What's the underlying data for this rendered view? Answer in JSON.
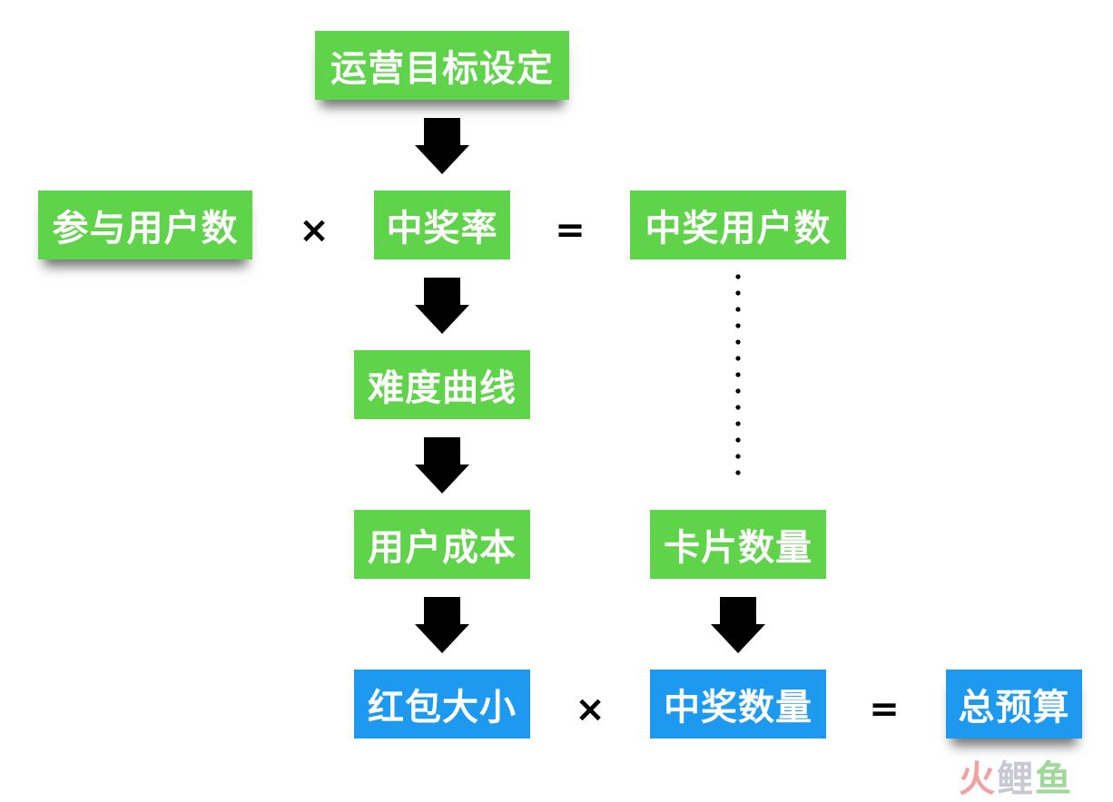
{
  "colors": {
    "green": "#5fd34a",
    "blue": "#1d9af0",
    "arrow": "#000000"
  },
  "nodes": {
    "goal": "运营目标设定",
    "participants": "参与用户数",
    "win_rate": "中奖率",
    "winners": "中奖用户数",
    "difficulty": "难度曲线",
    "user_cost": "用户成本",
    "card_count": "卡片数量",
    "red_packet": "红包大小",
    "prize_count": "中奖数量",
    "budget": "总预算"
  },
  "operators": {
    "multiply_1": "×",
    "equals_1": "=",
    "multiply_2": "×",
    "equals_2": "="
  },
  "watermark": {
    "char1": "火",
    "char2": "鲤",
    "char3": "鱼"
  }
}
